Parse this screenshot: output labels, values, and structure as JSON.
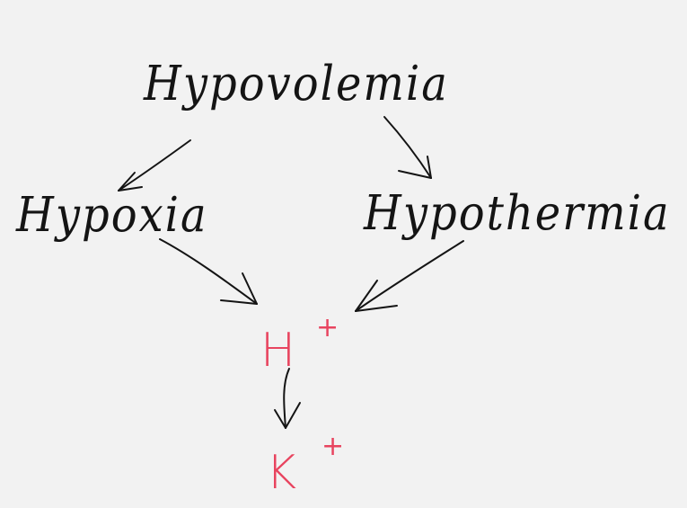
{
  "diagram": {
    "nodes": {
      "hypovolemia": "Hypovolemia",
      "hypoxia": "Hypoxia",
      "hypothermia": "Hypothermia",
      "h_ion": {
        "symbol": "H",
        "charge": "+"
      },
      "k_ion": {
        "symbol": "K",
        "charge": "+"
      }
    },
    "edges": [
      {
        "from": "Hypovolemia",
        "to": "Hypoxia"
      },
      {
        "from": "Hypovolemia",
        "to": "Hypothermia"
      },
      {
        "from": "Hypoxia",
        "to": "H+"
      },
      {
        "from": "Hypothermia",
        "to": "H+"
      },
      {
        "from": "H+",
        "to": "K+"
      }
    ],
    "colors": {
      "background": "#f2f2f2",
      "ink": "#141414",
      "ion_color": "#e8445f"
    }
  }
}
